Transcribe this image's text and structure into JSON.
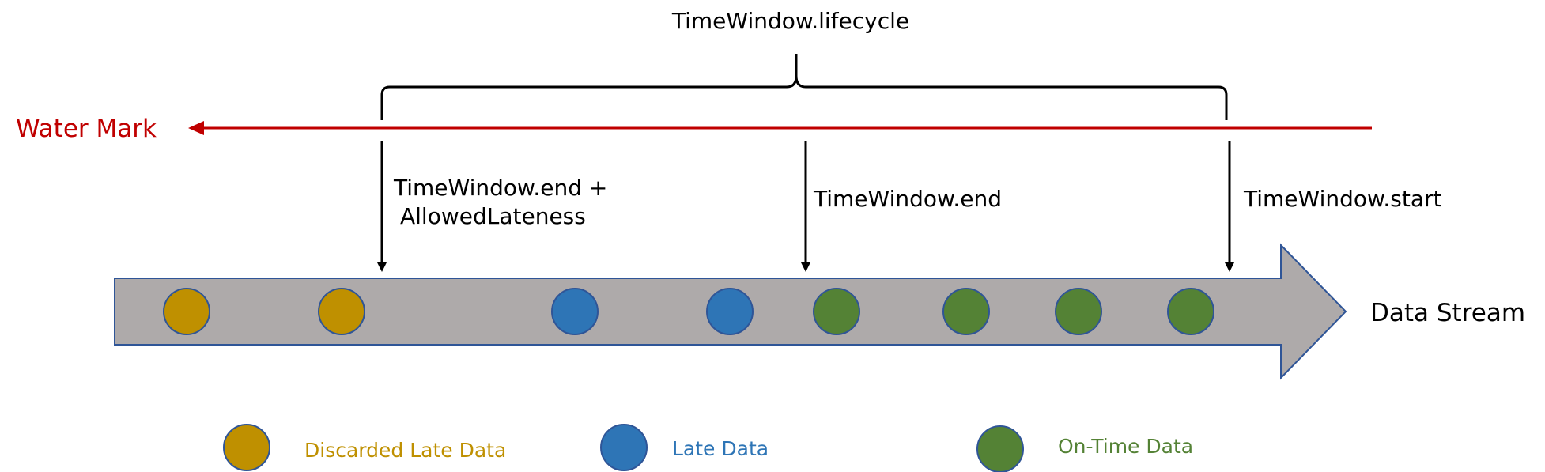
{
  "title": "TimeWindow.lifecycle",
  "watermark": {
    "label": "Water Mark",
    "color": "#c00000"
  },
  "markers": {
    "end_allowed_line1": "TimeWindow.end +",
    "end_allowed_line2": "AllowedLateness",
    "end": "TimeWindow.end",
    "start": "TimeWindow.start"
  },
  "stream": {
    "label": "Data Stream",
    "fill": "#aeaaaa",
    "border": "#2f5597"
  },
  "legend": {
    "discarded": {
      "label": "Discarded Late Data",
      "color": "#bf9000"
    },
    "late": {
      "label": "Late Data",
      "color": "#2e75b6"
    },
    "ontime": {
      "label": "On-Time Data",
      "color": "#548235"
    }
  },
  "data_points": [
    "discarded",
    "discarded",
    "late",
    "late",
    "ontime",
    "ontime",
    "ontime",
    "ontime"
  ]
}
